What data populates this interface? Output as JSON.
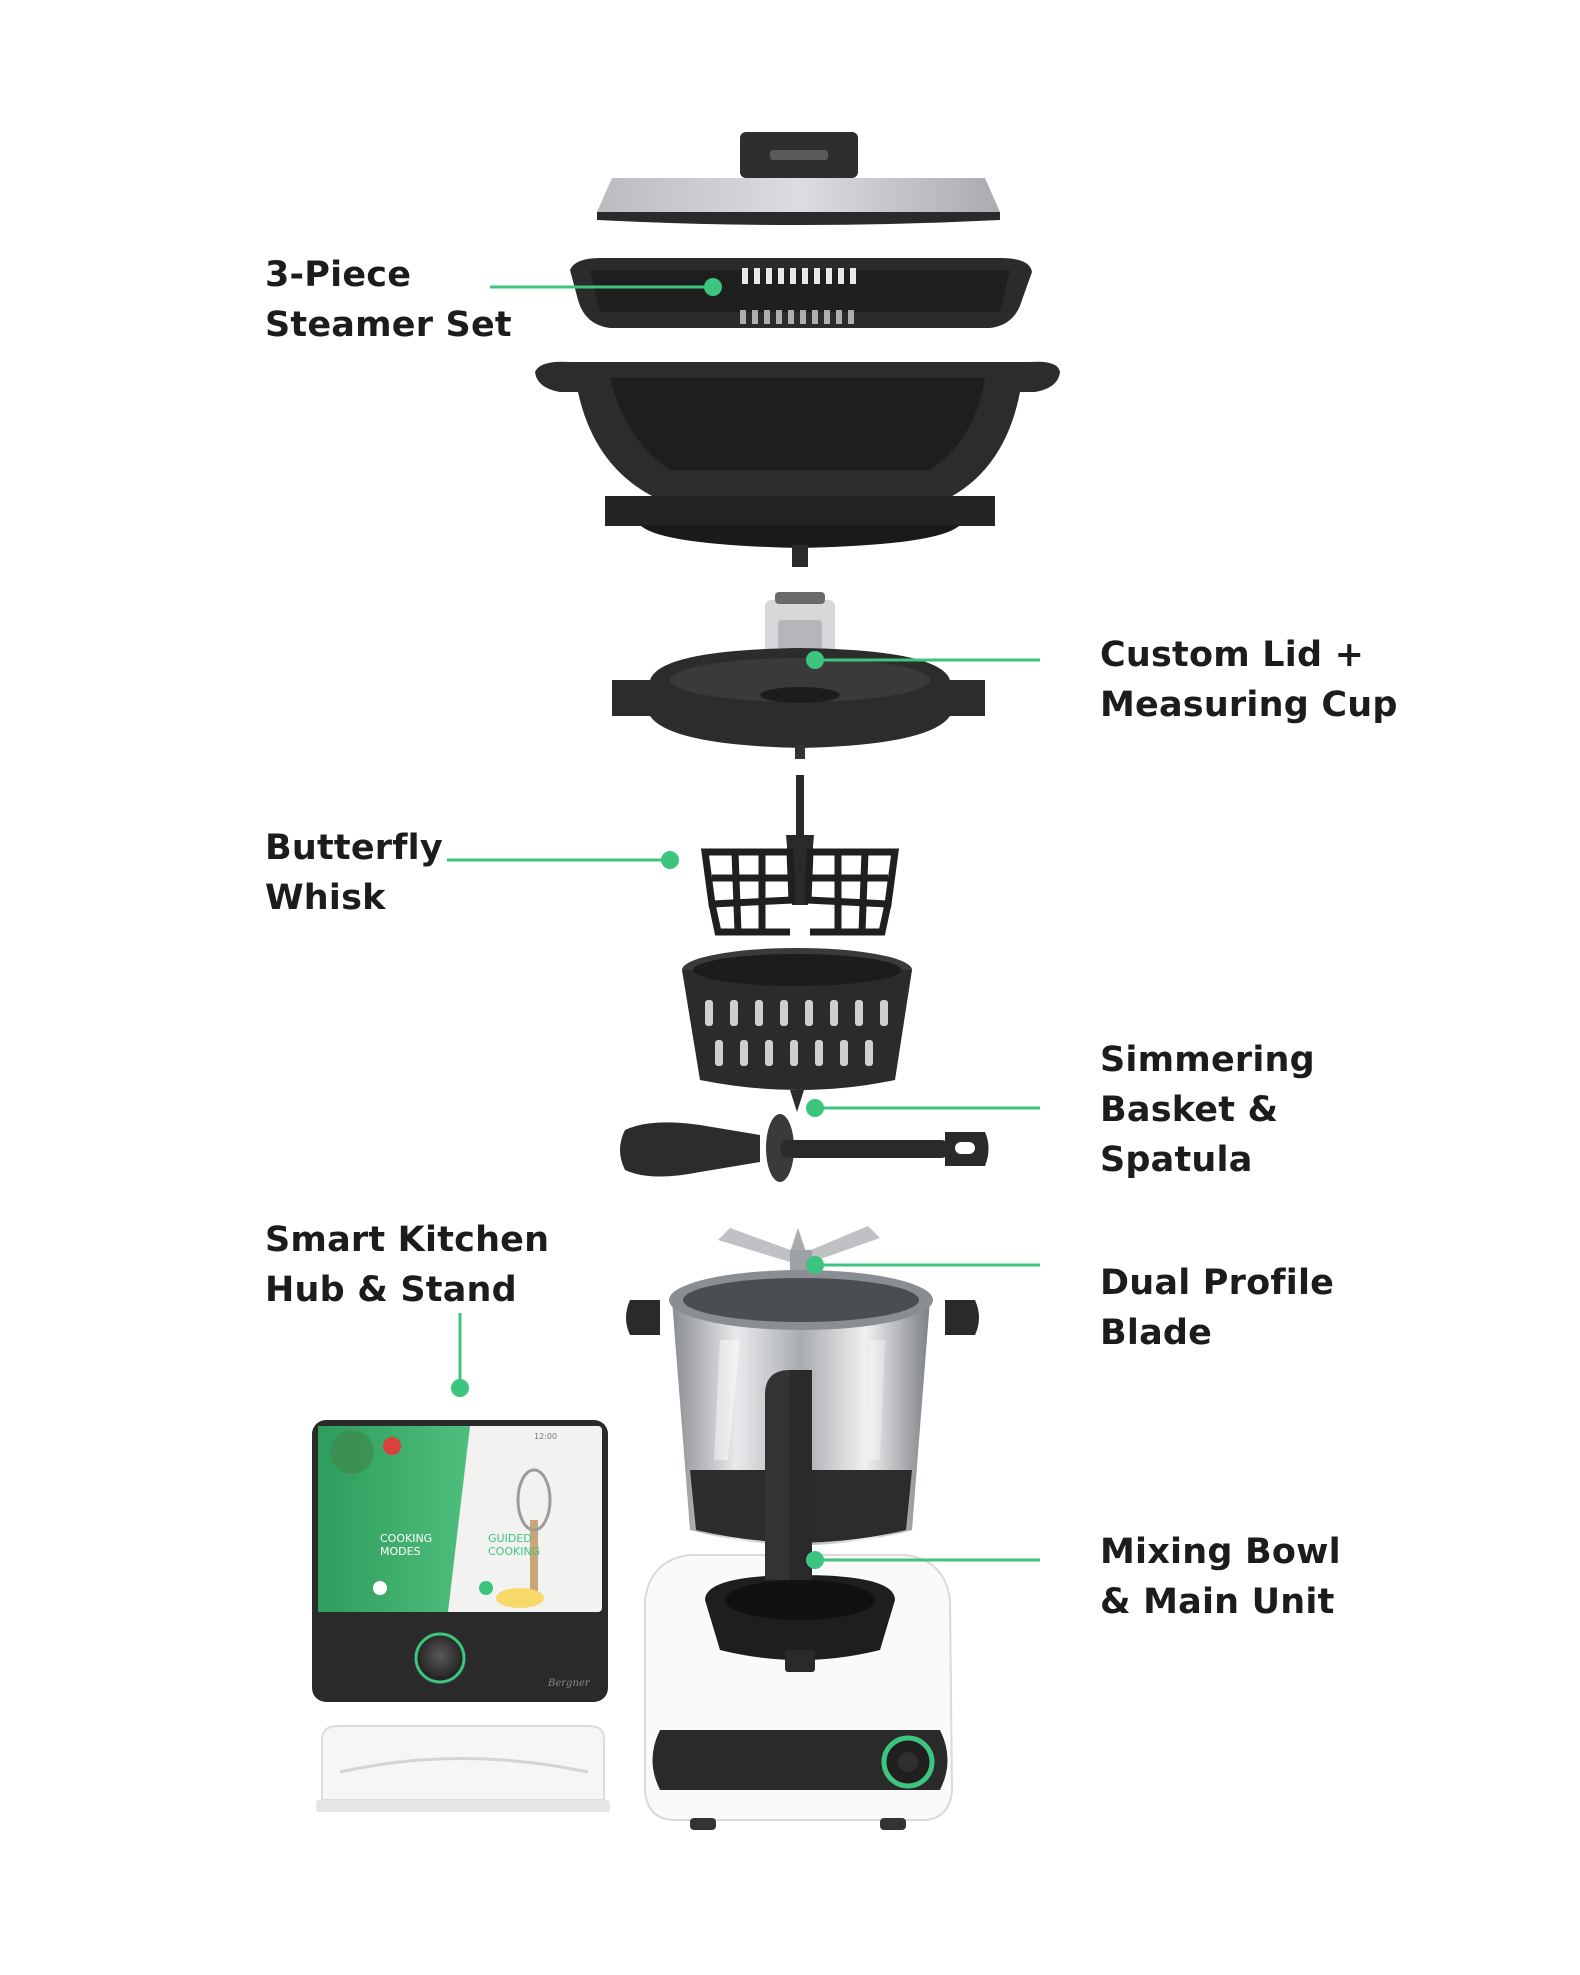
{
  "accent_color": "#3dc47e",
  "labels": {
    "steamer": [
      "3-Piece",
      "Steamer Set"
    ],
    "lid": [
      "Custom Lid +",
      "Measuring Cup"
    ],
    "whisk": [
      "Butterfly",
      "Whisk"
    ],
    "basket": [
      "Simmering",
      "Basket &",
      "Spatula"
    ],
    "hub": [
      "Smart Kitchen",
      "Hub & Stand"
    ],
    "blade": [
      "Dual Profile",
      "Blade"
    ],
    "bowl": [
      "Mixing Bowl",
      "& Main Unit"
    ]
  },
  "screen": {
    "time": "12:00",
    "cooking_modes": [
      "COOKING",
      "MODES"
    ],
    "guided_cooking": [
      "GUIDED",
      "COOKING"
    ]
  },
  "brand_signature": "Bergner"
}
